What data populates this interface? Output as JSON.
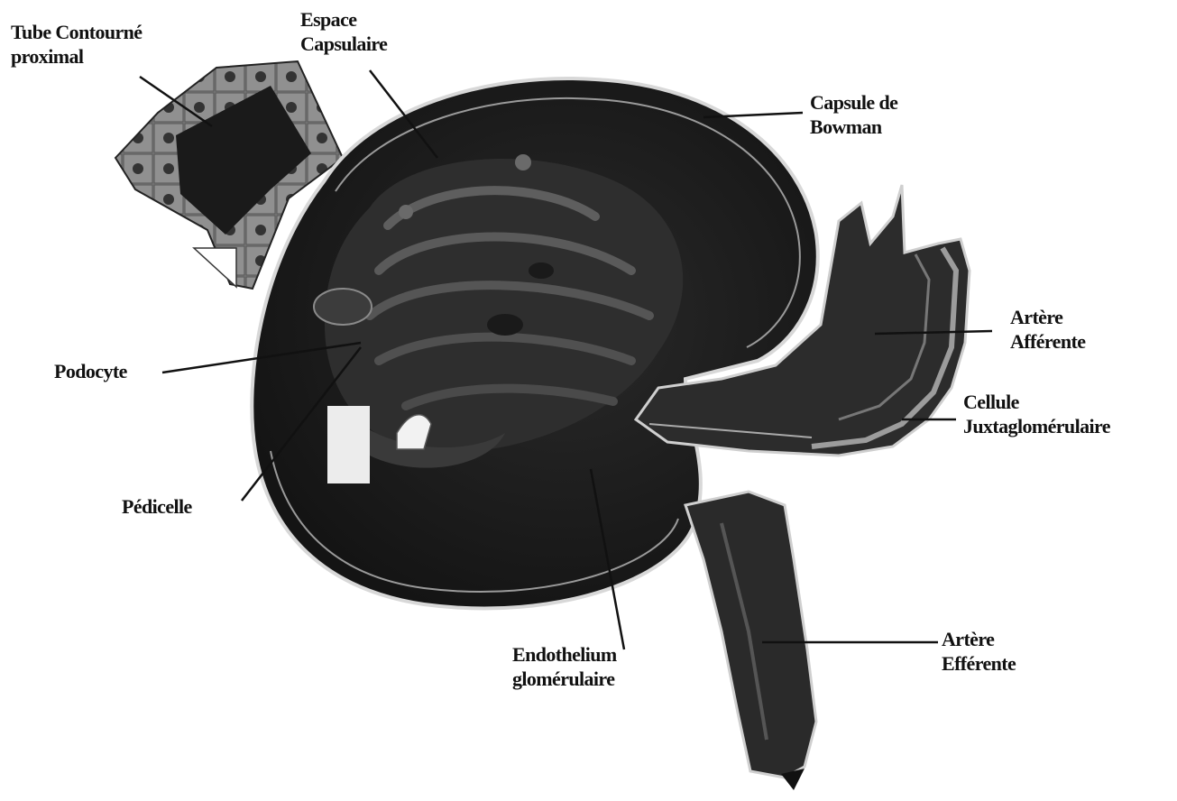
{
  "colors": {
    "ink": "#111111",
    "dark_tissue": "#1c1c1c",
    "mid_tissue": "#3e3e3e",
    "light_tissue": "#8c8c8c",
    "background": "#ffffff"
  },
  "labels": {
    "tube": {
      "line1": "Tube Contourné",
      "line2": "proximal"
    },
    "espace": {
      "line1": "Espace",
      "line2": "Capsulaire"
    },
    "capsule": {
      "line1": "Capsule de",
      "line2": "Bowman"
    },
    "afferente": {
      "line1": "Artère",
      "line2": "Afférente"
    },
    "cellule": {
      "line1": "Cellule",
      "line2": "Juxtaglomérulaire"
    },
    "podocyte": {
      "line1": "Podocyte"
    },
    "pedicelle": {
      "line1": "Pédicelle"
    },
    "endothelium": {
      "line1": "Endothelium",
      "line2": "glomérulaire"
    },
    "efferente": {
      "line1": "Artère",
      "line2": "Efférente"
    }
  }
}
